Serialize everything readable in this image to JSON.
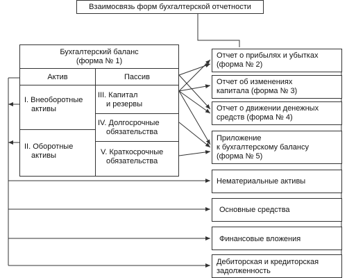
{
  "title": "Взаимосвязь форм бухгалтерской отчетности",
  "balance": {
    "title_line1": "Бухгалтерский баланс",
    "title_line2": "(форма № 1)",
    "assets_header": "Актив",
    "liabilities_header": "Пассив",
    "assets": [
      {
        "lines": [
          "I. Внеоборотные",
          "активы"
        ]
      },
      {
        "lines": [
          "II. Оборотные",
          "активы"
        ]
      }
    ],
    "liabilities": [
      {
        "lines": [
          "III. Капитал",
          "и резервы"
        ]
      },
      {
        "lines": [
          "IV. Долгосрочные",
          "обязательства"
        ]
      },
      {
        "lines": [
          "V. Краткосрочные",
          "обязательства"
        ]
      }
    ]
  },
  "reports": [
    {
      "lines": [
        "Отчет о прибылях и убытках",
        "(форма № 2)"
      ]
    },
    {
      "lines": [
        "Отчет об изменениях",
        "капитала (форма № 3)"
      ]
    },
    {
      "lines": [
        "Отчет о движении денежных",
        "средств (форма № 4)"
      ]
    },
    {
      "lines": [
        "Приложение",
        "к бухгалтерскому балансу",
        "(форма № 5)"
      ]
    },
    {
      "lines": [
        "Нематериальные активы"
      ]
    },
    {
      "lines": [
        "Основные средства"
      ]
    },
    {
      "lines": [
        "Финансовые вложения"
      ]
    },
    {
      "lines": [
        "Дебиторская и кредиторская",
        "задолженность"
      ]
    }
  ]
}
